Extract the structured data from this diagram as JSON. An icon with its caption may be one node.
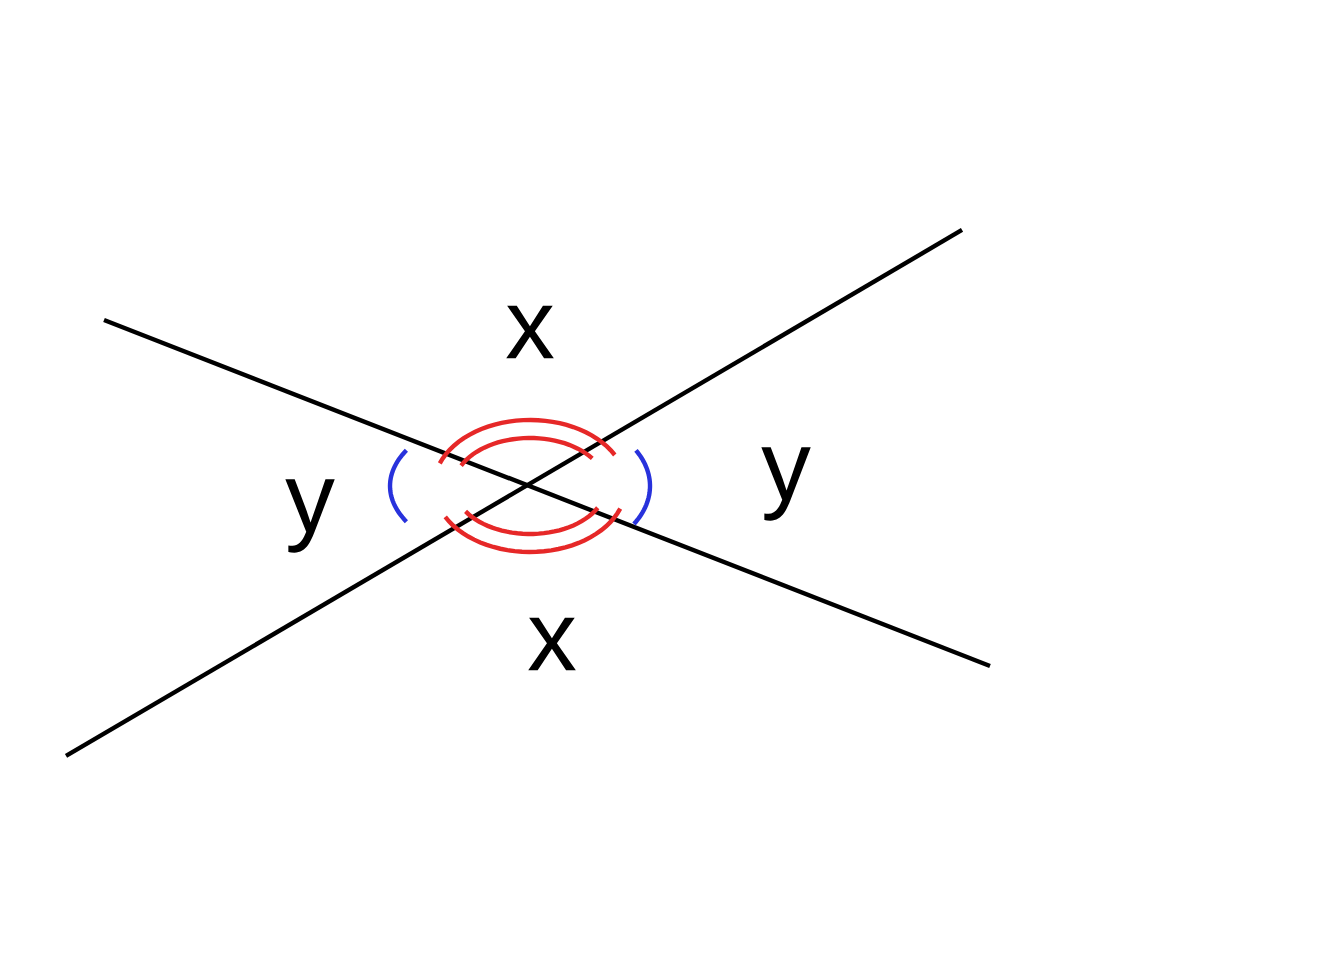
{
  "diagram": {
    "labels": [
      "x",
      "y",
      "y",
      "x"
    ]
  }
}
